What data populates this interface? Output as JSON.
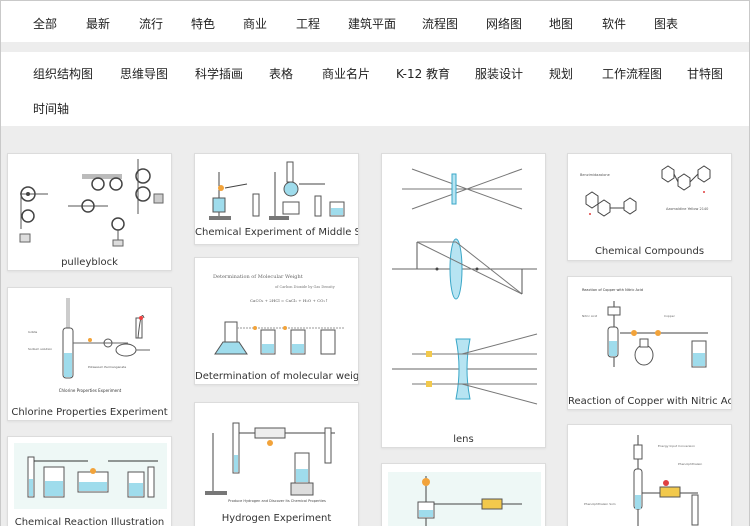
{
  "nav": {
    "row1": [
      "全部",
      "最新",
      "流行",
      "特色",
      "商业",
      "工程",
      "建筑平面",
      "流程图",
      "网络图",
      "地图",
      "软件",
      "图表"
    ],
    "row2": [
      "组织结构图",
      "思维导图",
      "科学插画",
      "表格",
      "商业名片",
      "K-12 教育",
      "服装设计",
      "规划",
      "工作流程图",
      "甘特图"
    ],
    "row3": [
      "时间轴"
    ]
  },
  "cards": {
    "pulleyblock": "pulleyblock",
    "chem_middle_school": "Chemical Experiment of Middle School",
    "lens": "lens",
    "chem_compounds": "Chemical Compounds",
    "chlorine": "Chlorine Properties Experiment",
    "molecular_weight": "Determination of molecular weight",
    "copper_nitric": "Reaction of Copper with Nitric Acid",
    "chem_reaction": "Chemical Reaction Illustration",
    "hydrogen": "Hydrogen Experiment"
  },
  "thumb_text": {
    "mw_title": "Determination of Molecular Weight",
    "mw_sub": "of Carbon Dioxide by Gas Density",
    "mw_eq": "CaCO₃ + 2HCl = CaCl₂ + H₂O + CO₂↑",
    "cc_left": "Benzimidazolone",
    "cc_right": "Azomaldine Yellow 2140",
    "cu_title": "Reaction of Copper with Nitric Acid",
    "h2_note": "Produce Hydrogen and Discover its Chemical Properties",
    "chl_title": "Chlorine Properties Experiment"
  },
  "colors": {
    "accent": "#3aa7c8",
    "liquid": "#9fdcec",
    "flame": "#f2a33a",
    "gallery_bg": "#ededed"
  }
}
